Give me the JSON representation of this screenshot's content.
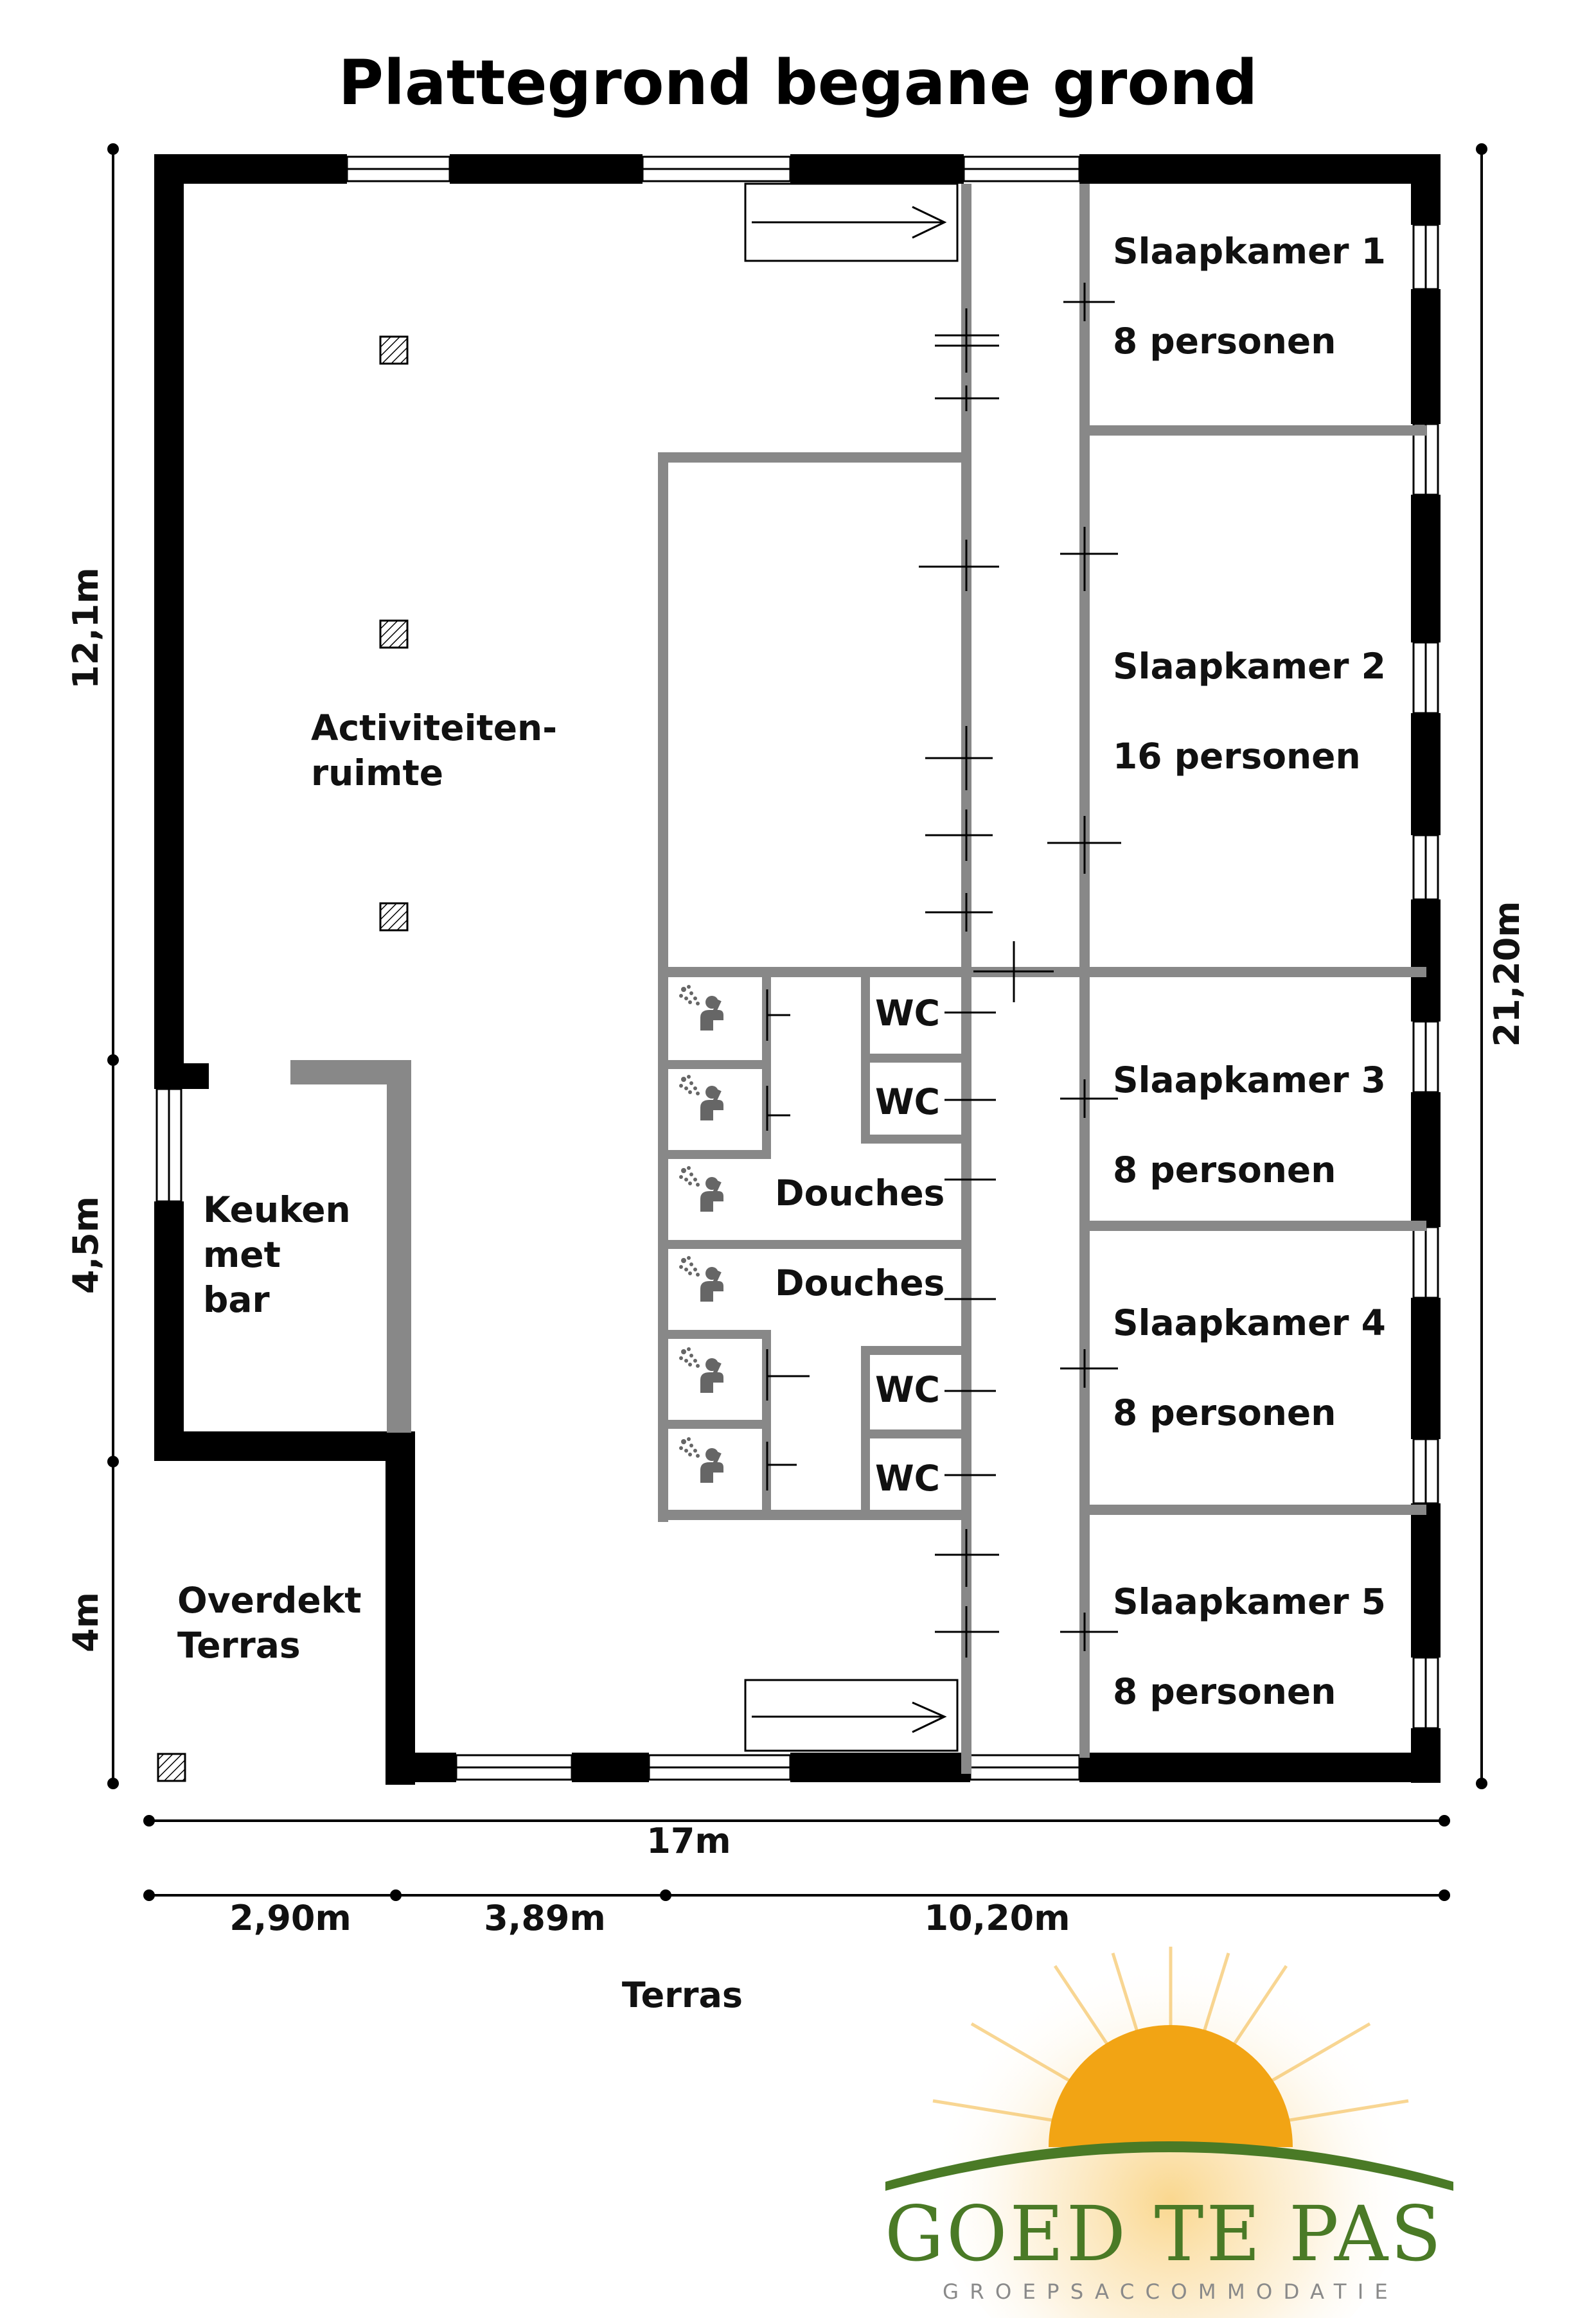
{
  "title": "Plattegrond begane grond",
  "rooms": {
    "activity": [
      "Activiteiten-",
      "ruimte"
    ],
    "kitchen": [
      "Keuken",
      "met",
      "bar"
    ],
    "covered_terrace": [
      "Overdekt",
      "Terras"
    ],
    "bedroom1": {
      "name": "Slaapkamer 1",
      "capacity": "8 personen"
    },
    "bedroom2": {
      "name": "Slaapkamer 2",
      "capacity": "16 personen"
    },
    "bedroom3": {
      "name": "Slaapkamer 3",
      "capacity": "8 personen"
    },
    "bedroom4": {
      "name": "Slaapkamer 4",
      "capacity": "8 personen"
    },
    "bedroom5": {
      "name": "Slaapkamer 5",
      "capacity": "8 personen"
    },
    "wc": "WC",
    "showers": "Douches"
  },
  "dimensions": {
    "left_top": "12,1m",
    "left_middle": "4,5m",
    "left_bottom": "4m",
    "right_total": "21,20m",
    "bottom_total": "17m",
    "bottom_seg1": "2,90m",
    "bottom_seg2": "3,89m",
    "bottom_seg3": "10,20m"
  },
  "terrace_label": "Terras",
  "logo": {
    "name": "GOED TE PAS",
    "tagline": "GROEPSACCOMMODATIE",
    "sun_color": "#f2a414",
    "hill_color": "#4a7a26"
  },
  "colors": {
    "outer_wall": "#000000",
    "inner_wall": "#888888"
  },
  "icons": [
    "shower-icon",
    "pillar-icon",
    "window-icon",
    "door-icon",
    "stairs-arrow-icon"
  ]
}
